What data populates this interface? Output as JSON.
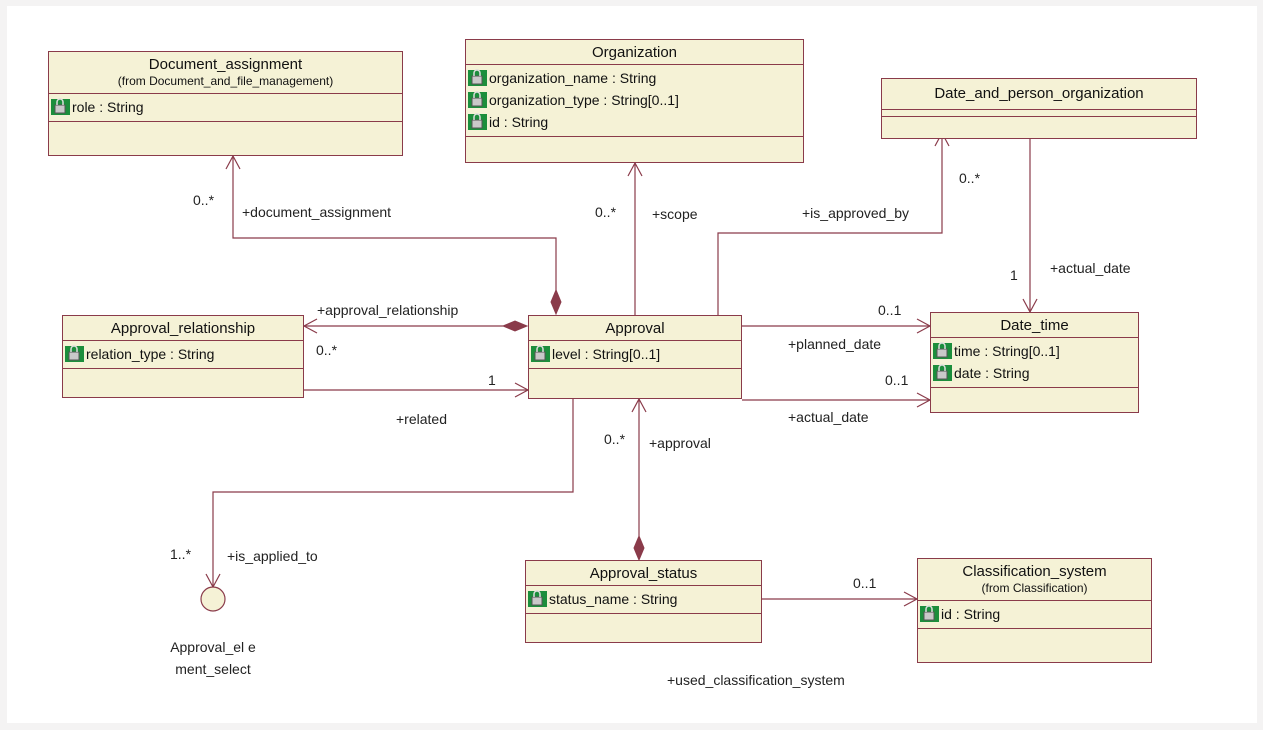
{
  "classes": {
    "document_assignment": {
      "name": "Document_assignment",
      "from": "(from Document_and_file_management)",
      "attrs": [
        "role : String"
      ]
    },
    "organization": {
      "name": "Organization",
      "attrs": [
        "organization_name : String",
        "organization_type : String[0..1]",
        "id : String"
      ]
    },
    "date_and_person_organization": {
      "name": "Date_and_person_organization",
      "attrs": []
    },
    "approval_relationship": {
      "name": "Approval_relationship",
      "attrs": [
        "relation_type : String"
      ]
    },
    "approval": {
      "name": "Approval",
      "attrs": [
        "level : String[0..1]"
      ]
    },
    "date_time": {
      "name": "Date_time",
      "attrs": [
        "time : String[0..1]",
        "date : String"
      ]
    },
    "approval_status": {
      "name": "Approval_status",
      "attrs": [
        "status_name : String"
      ]
    },
    "classification_system": {
      "name": "Classification_system",
      "from": "(from Classification)",
      "attrs": [
        "id : String"
      ]
    }
  },
  "interface": {
    "line1": "Approval_el e",
    "line2": "ment_select"
  },
  "labels": {
    "mult_doc": "0..*",
    "role_doc": "+document_assignment",
    "mult_scope": "0..*",
    "role_scope": "+scope",
    "mult_dpo": "0..*",
    "role_approved_by": "+is_approved_by",
    "mult_actual_1": "1",
    "role_actual_date_top": "+actual_date",
    "role_approval_relationship": "+approval_relationship",
    "mult_ar": "0..*",
    "mult_related": "1",
    "role_related": "+related",
    "mult_planned": "0..1",
    "role_planned": "+planned_date",
    "mult_actual_2": "0..1",
    "role_actual_date": "+actual_date",
    "mult_approval": "0..*",
    "role_approval": "+approval",
    "mult_applied": "1..*",
    "role_applied": "+is_applied_to",
    "mult_class": "0..1",
    "role_used_class": "+used_classification_system"
  },
  "colors": {
    "class_fill": "#f5f2d6",
    "line": "#8a3b4a",
    "icon_green": "#1c8e3c"
  }
}
